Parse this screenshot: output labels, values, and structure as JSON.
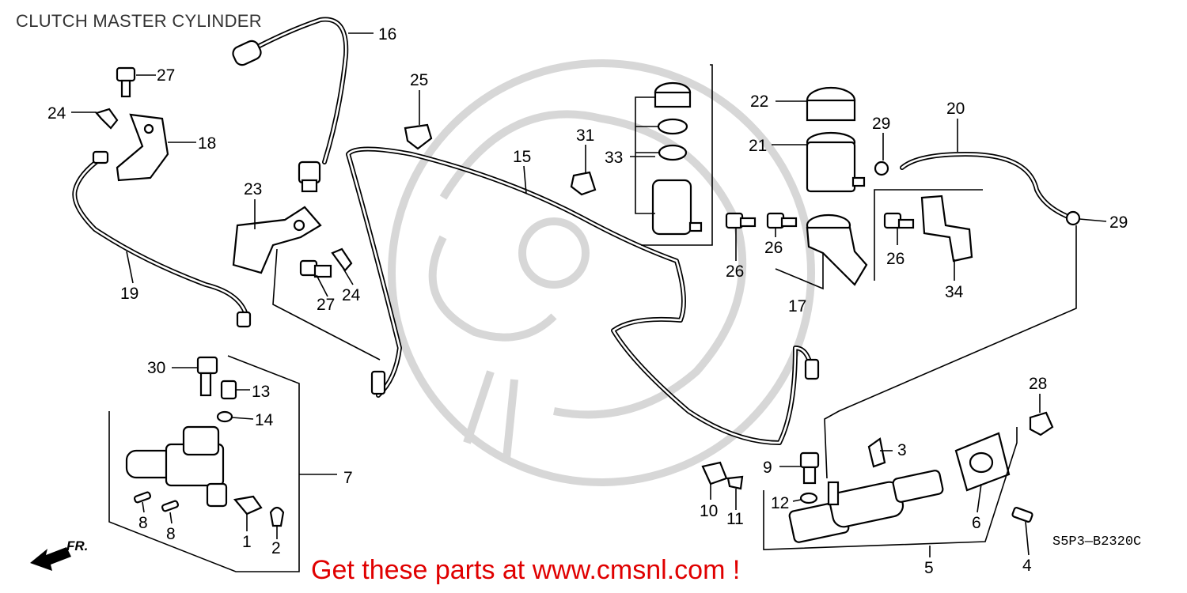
{
  "title": "CLUTCH MASTER CYLINDER",
  "promo": "Get these parts at www.cmsnl.com !",
  "diagram_code": "S5P3—B2320C",
  "direction_label": "FR.",
  "colors": {
    "promo": "#e00000",
    "watermark": "#d7d7d7",
    "ink": "#000000"
  },
  "callouts": [
    {
      "id": "c16",
      "text": "16"
    },
    {
      "id": "c27a",
      "text": "27"
    },
    {
      "id": "c24a",
      "text": "24"
    },
    {
      "id": "c18",
      "text": "18"
    },
    {
      "id": "c25",
      "text": "25"
    },
    {
      "id": "c23",
      "text": "23"
    },
    {
      "id": "c19",
      "text": "19"
    },
    {
      "id": "c27b",
      "text": "27"
    },
    {
      "id": "c24b",
      "text": "24"
    },
    {
      "id": "c15",
      "text": "15"
    },
    {
      "id": "c31",
      "text": "31"
    },
    {
      "id": "c33",
      "text": "33"
    },
    {
      "id": "c22",
      "text": "22"
    },
    {
      "id": "c21",
      "text": "21"
    },
    {
      "id": "c29a",
      "text": "29"
    },
    {
      "id": "c20",
      "text": "20"
    },
    {
      "id": "c29b",
      "text": "29"
    },
    {
      "id": "c26a",
      "text": "26"
    },
    {
      "id": "c26b",
      "text": "26"
    },
    {
      "id": "c26c",
      "text": "26"
    },
    {
      "id": "c17",
      "text": "17"
    },
    {
      "id": "c34",
      "text": "34"
    },
    {
      "id": "c30",
      "text": "30"
    },
    {
      "id": "c13",
      "text": "13"
    },
    {
      "id": "c14",
      "text": "14"
    },
    {
      "id": "c7",
      "text": "7"
    },
    {
      "id": "c8a",
      "text": "8"
    },
    {
      "id": "c8b",
      "text": "8"
    },
    {
      "id": "c1",
      "text": "1"
    },
    {
      "id": "c2",
      "text": "2"
    },
    {
      "id": "c28",
      "text": "28"
    },
    {
      "id": "c3",
      "text": "3"
    },
    {
      "id": "c9",
      "text": "9"
    },
    {
      "id": "c12",
      "text": "12"
    },
    {
      "id": "c10",
      "text": "10"
    },
    {
      "id": "c11",
      "text": "11"
    },
    {
      "id": "c6",
      "text": "6"
    },
    {
      "id": "c5",
      "text": "5"
    },
    {
      "id": "c4",
      "text": "4"
    }
  ]
}
